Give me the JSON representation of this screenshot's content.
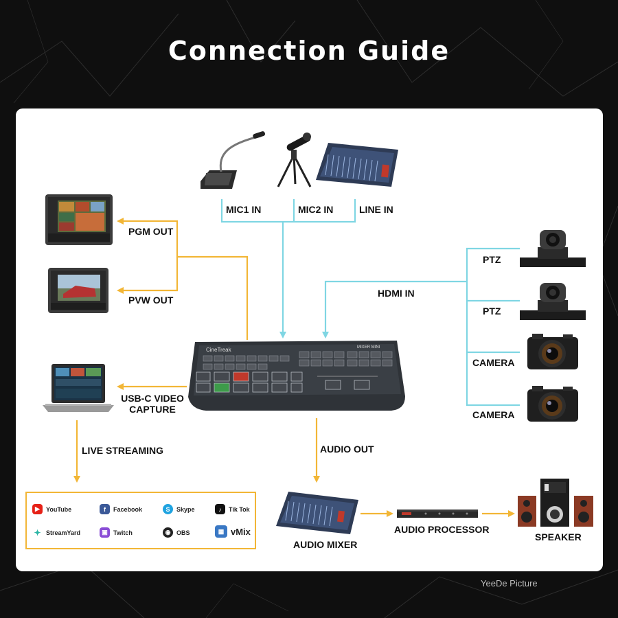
{
  "title": "Connection Guide",
  "watermark": "YeeDe Picture",
  "colors": {
    "cyan": "#7fd6e3",
    "orange": "#f2b636",
    "card": "#ffffff",
    "background": "#0e0e0e"
  },
  "device": {
    "brand": "CineTreak",
    "model": "MIXER MINI"
  },
  "labels": {
    "mic1": "MIC1 IN",
    "mic2": "MIC2 IN",
    "line": "LINE IN",
    "pgm": "PGM OUT",
    "pvw": "PVW OUT",
    "hdmi": "HDMI IN",
    "ptz1": "PTZ",
    "ptz2": "PTZ",
    "camera1": "CAMERA",
    "camera2": "CAMERA",
    "usbc_line1": "USB-C VIDEO",
    "usbc_line2": "CAPTURE",
    "live": "LIVE STREAMING",
    "audio_out": "AUDIO OUT",
    "audio_mixer": "AUDIO MIXER",
    "audio_processor": "AUDIO PROCESSOR",
    "speaker": "SPEAKER"
  },
  "platforms": [
    {
      "name": "YouTube",
      "icon": "youtube-icon",
      "color": "#e62117",
      "glyph": "▶"
    },
    {
      "name": "Facebook",
      "icon": "facebook-icon",
      "color": "#3b5998",
      "glyph": "f"
    },
    {
      "name": "Skype",
      "icon": "skype-icon",
      "color": "#1fa3e0",
      "glyph": "S"
    },
    {
      "name": "Tik Tok",
      "icon": "tiktok-icon",
      "color": "#111111",
      "glyph": "♪"
    },
    {
      "name": "StreamYard",
      "icon": "streamyard-icon",
      "color": "#2bb5a5",
      "glyph": "✦"
    },
    {
      "name": "Twitch",
      "icon": "twitch-icon",
      "color": "#8a4dd6",
      "glyph": "▣"
    },
    {
      "name": "OBS",
      "icon": "obs-icon",
      "color": "#222222",
      "glyph": "◉"
    },
    {
      "name": "vMix",
      "icon": "vmix-icon",
      "color": "#3a78c4",
      "glyph": "▦"
    }
  ]
}
